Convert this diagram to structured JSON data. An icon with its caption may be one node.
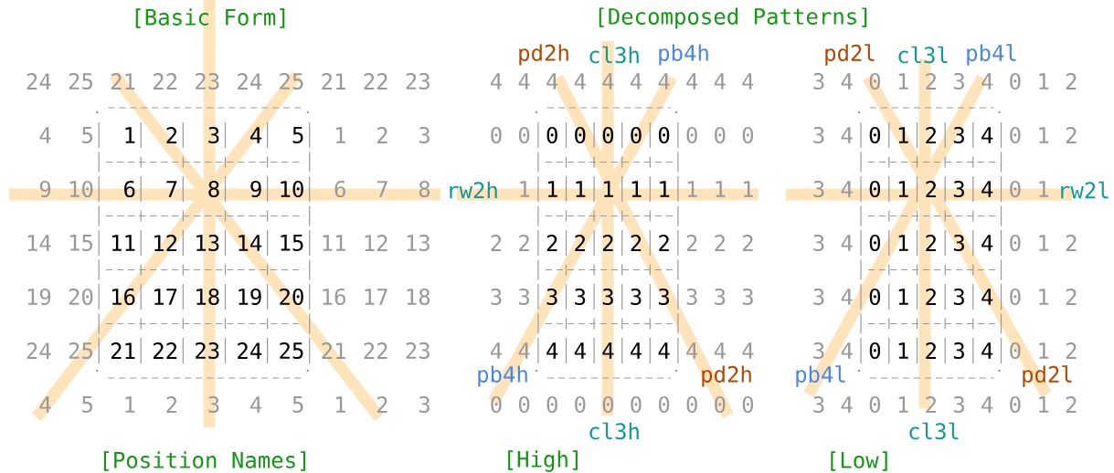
{
  "diagram": {
    "labels": [
      "[Basic Form]",
      "[Decomposed Patterns]",
      "pd2h",
      "cl3h",
      "pb4h",
      "pd2l",
      "cl3l",
      "pb4l",
      "24",
      "25",
      "21",
      "22",
      "23",
      "24",
      "25",
      "21",
      "22",
      "23",
      "4",
      "5",
      "1",
      "2",
      "3",
      "4",
      "5",
      "1",
      "2",
      "3",
      "9",
      "10",
      "6",
      "7",
      "8",
      "9",
      "10",
      "6",
      "7",
      "8",
      "14",
      "15",
      "11",
      "12",
      "13",
      "14",
      "15",
      "11",
      "12",
      "13",
      "19",
      "20",
      "16",
      "17",
      "18",
      "19",
      "20",
      "16",
      "17",
      "18",
      "24",
      "25",
      "21",
      "22",
      "23",
      "24",
      "25",
      "21",
      "22",
      "23",
      "4",
      "5",
      "1",
      "2",
      "3",
      "4",
      "5",
      "1",
      "2",
      "3",
      "4",
      "4",
      "4",
      "4",
      "4",
      "4",
      "4",
      "4",
      "4",
      "4",
      "0",
      "0",
      "0",
      "0",
      "0",
      "0",
      "0",
      "0",
      "0",
      "0",
      "1",
      "1",
      "1",
      "1",
      "1",
      "1",
      "1",
      "1",
      "1",
      "2",
      "2",
      "2",
      "2",
      "2",
      "2",
      "2",
      "2",
      "2",
      "2",
      "3",
      "3",
      "3",
      "3",
      "3",
      "3",
      "3",
      "3",
      "3",
      "3",
      "4",
      "4",
      "4",
      "4",
      "4",
      "4",
      "4",
      "4",
      "4",
      "4",
      "0",
      "0",
      "0",
      "0",
      "0",
      "0",
      "0",
      "0",
      "0",
      "0",
      "3",
      "4",
      "0",
      "1",
      "2",
      "3",
      "4",
      "0",
      "1",
      "2",
      "3",
      "4",
      "0",
      "1",
      "2",
      "3",
      "4",
      "0",
      "1",
      "2",
      "3",
      "4",
      "0",
      "1",
      "2",
      "3",
      "4",
      "0",
      "1",
      "3",
      "4",
      "0",
      "1",
      "2",
      "3",
      "4",
      "0",
      "1",
      "2",
      "3",
      "4",
      "0",
      "1",
      "2",
      "3",
      "4",
      "0",
      "1",
      "2",
      "3",
      "4",
      "0",
      "1",
      "2",
      "3",
      "4",
      "0",
      "1",
      "2",
      "3",
      "4",
      "0",
      "1",
      "2",
      "3",
      "4",
      "0",
      "1",
      "2",
      "rw2h",
      "rw2l",
      "pb4h",
      "pd2h",
      "pb4l",
      "pd2l",
      "cl3h",
      "cl3l",
      "[Position Names]",
      "[High]",
      "[Low]"
    ]
  }
}
